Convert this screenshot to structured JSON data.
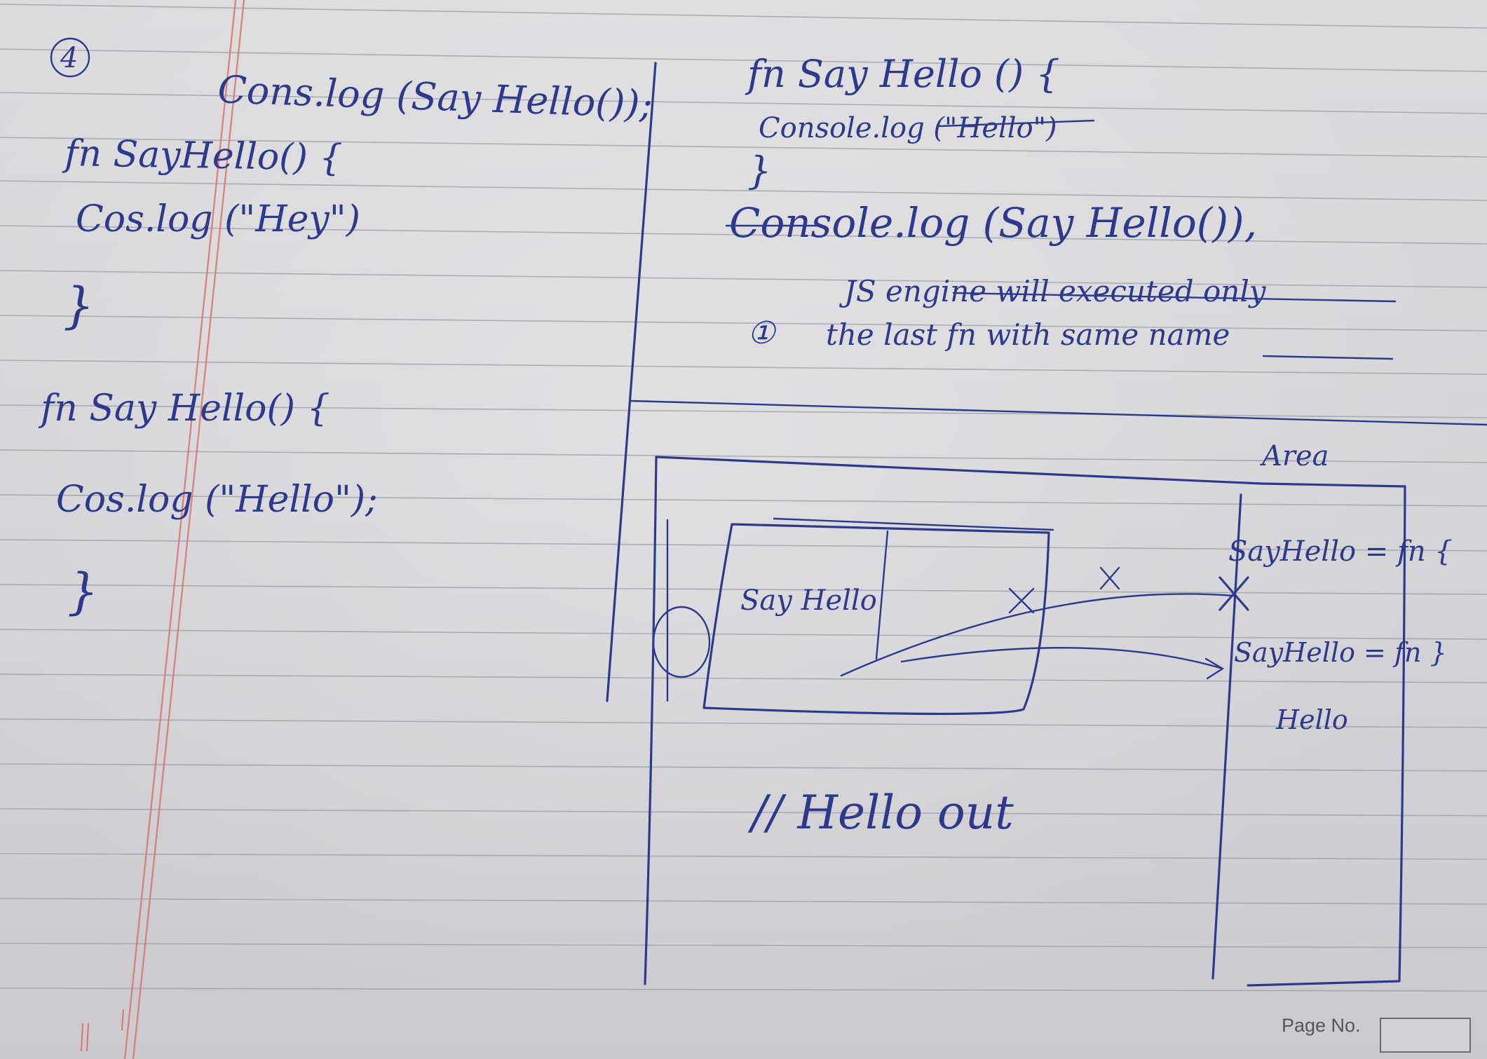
{
  "notes": {
    "left": {
      "number": "4",
      "line1": "Cons.log (Say Hello());",
      "block1_head": "fn SayHello() {",
      "block1_body": "Cos.log (\"Hey\")",
      "block1_close": "}",
      "block2_head": "fn Say Hello() {",
      "block2_body": "Cos.log (\"Hello\");",
      "block2_close": "}"
    },
    "right": {
      "block_head": "fn Say Hello () {",
      "block_body": "Console.log (\"Hello\")",
      "block_close": "}",
      "call": "Console.log (Say Hello()),",
      "note_line1": "JS engine will executed only",
      "note_line2": "the last fn with same name",
      "note_marker": "①"
    },
    "diagram": {
      "area_label": "Area",
      "box_label": "Say Hello",
      "entry1": "SayHello = fn {",
      "entry2": "SayHello = fn }",
      "entry2_suffix": "Hello",
      "output": "// Hello out"
    }
  },
  "footer": {
    "page_no_label": "Page No."
  },
  "colors": {
    "ink": "#2d3a8c",
    "rule": "#9a9ca6",
    "margin": "#d9776f",
    "paper": "#d6d6da"
  }
}
